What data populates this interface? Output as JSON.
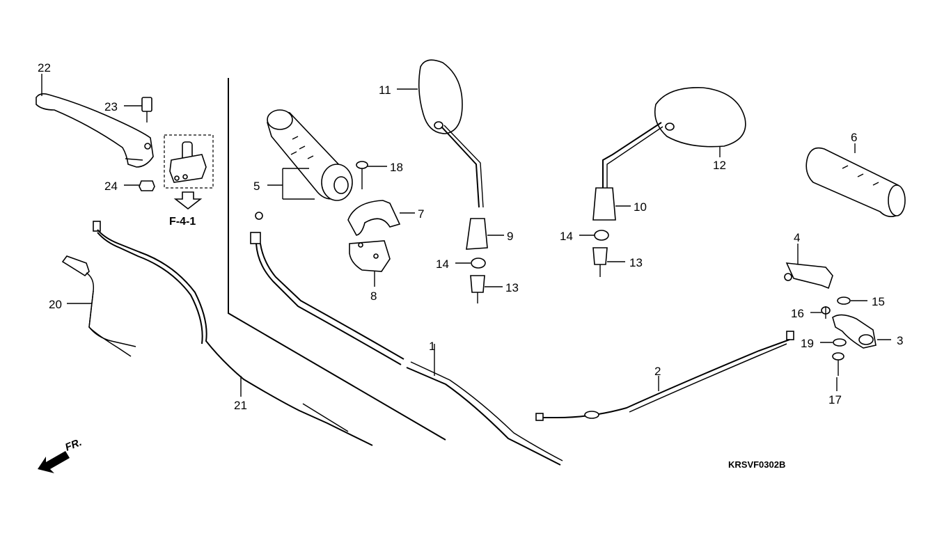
{
  "diagram": {
    "code": "KRSVF0302B",
    "reference": "F-4-1",
    "direction_label": "FR.",
    "callouts": [
      {
        "id": "c1",
        "label": "1"
      },
      {
        "id": "c2",
        "label": "2"
      },
      {
        "id": "c3",
        "label": "3"
      },
      {
        "id": "c4",
        "label": "4"
      },
      {
        "id": "c5",
        "label": "5"
      },
      {
        "id": "c6",
        "label": "6"
      },
      {
        "id": "c7",
        "label": "7"
      },
      {
        "id": "c8",
        "label": "8"
      },
      {
        "id": "c9",
        "label": "9"
      },
      {
        "id": "c10",
        "label": "10"
      },
      {
        "id": "c11",
        "label": "11"
      },
      {
        "id": "c12",
        "label": "12"
      },
      {
        "id": "c13a",
        "label": "13"
      },
      {
        "id": "c13b",
        "label": "13"
      },
      {
        "id": "c14a",
        "label": "14"
      },
      {
        "id": "c14b",
        "label": "14"
      },
      {
        "id": "c15",
        "label": "15"
      },
      {
        "id": "c16",
        "label": "16"
      },
      {
        "id": "c17",
        "label": "17"
      },
      {
        "id": "c18",
        "label": "18"
      },
      {
        "id": "c19",
        "label": "19"
      },
      {
        "id": "c20",
        "label": "20"
      },
      {
        "id": "c21",
        "label": "21"
      },
      {
        "id": "c22",
        "label": "22"
      },
      {
        "id": "c23",
        "label": "23"
      },
      {
        "id": "c24",
        "label": "24"
      }
    ]
  }
}
